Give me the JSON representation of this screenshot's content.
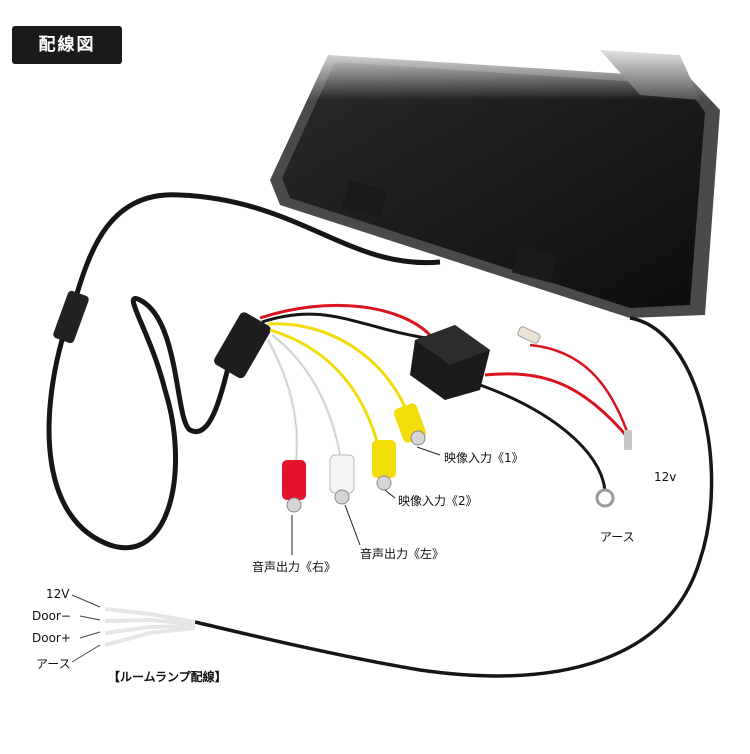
{
  "title": "配線図",
  "labels": {
    "video_in_1": "映像入力《1》",
    "video_in_2": "映像入力《2》",
    "audio_out_right": "音声出力《右》",
    "audio_out_left": "音声出力《左》",
    "power_12v": "12v",
    "ground": "アース",
    "lamp_12v": "12V",
    "lamp_door_minus": "Door−",
    "lamp_door_plus": "Door+",
    "lamp_ground": "アース",
    "room_lamp_wiring": "【ルームランプ配線】"
  },
  "colors": {
    "video_connector": "#f2dc0a",
    "audio_right_connector": "#e3132b",
    "audio_left_connector": "#f5f5f5",
    "power_wire": "#d8151f",
    "cable": "#161616"
  }
}
